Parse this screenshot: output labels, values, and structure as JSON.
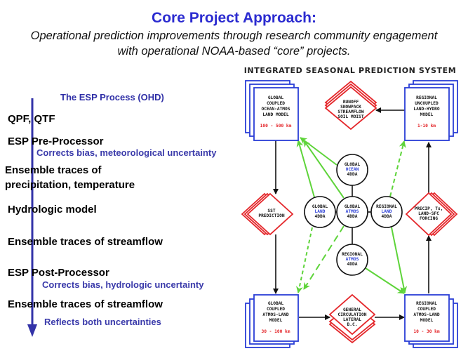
{
  "header": {
    "title": "Core Project Approach:",
    "subtitle_line1": "Operational prediction improvements through research community engagement",
    "subtitle_line2": "with operational NOAA-based “core” projects."
  },
  "esp_process": {
    "title": "The ESP Process (OHD)",
    "steps": [
      {
        "label": "QPF, QTF"
      },
      {
        "label": "ESP Pre-Processor",
        "note": "Corrects bias, meteorological uncertainty"
      },
      {
        "label": "Ensemble traces of",
        "label2": "precipitation, temperature"
      },
      {
        "label": "Hydrologic model"
      },
      {
        "label": "Ensemble traces of streamflow"
      },
      {
        "label": "ESP Post-Processor",
        "note": "Corrects bias, hydrologic uncertainty"
      },
      {
        "label": "Ensemble traces of streamflow",
        "note": "Reflects both uncertainties"
      }
    ]
  },
  "diagram": {
    "title": "INTEGRATED SEASONAL PREDICTION SYSTEM",
    "boxes": {
      "global_ocean_atmos": {
        "lines": [
          "GLOBAL",
          "COUPLED",
          "OCEAN-ATMOS",
          "LAND MODEL"
        ],
        "scale": "100 - 500 km"
      },
      "regional_uncoupled": {
        "lines": [
          "REGIONAL",
          "UNCOUPLED",
          "LAND-HYDRO",
          "MODEL"
        ],
        "scale": "1-10 km"
      },
      "global_atmos_land": {
        "lines": [
          "GLOBAL",
          "COUPLED",
          "ATMOS-LAND",
          "MODEL"
        ],
        "scale": "30 - 100 km"
      },
      "regional_coupled": {
        "lines": [
          "REGIONAL",
          "COUPLED",
          "ATMOS-LAND",
          "MODEL"
        ],
        "scale": "10 - 30 km"
      }
    },
    "diamonds": {
      "runoff": [
        "RUNOFF",
        "SNOWPACK",
        "STREAMFLOW",
        "SOIL MOIST"
      ],
      "sst": [
        "SST",
        "PREDICTION"
      ],
      "precip": [
        "PRECIP, Ts,",
        "LAND-SFC",
        "FORCING"
      ],
      "general": [
        "GENERAL",
        "CIRCULATION",
        "LATERAL",
        "B.C."
      ]
    },
    "circles": {
      "global_ocean": [
        "GLOBAL",
        "OCEAN",
        "4DDA"
      ],
      "global_land": [
        "GLOBAL",
        "LAND",
        "4DDA"
      ],
      "global_atmos": [
        "GLOBAL",
        "ATMOS",
        "4DDA"
      ],
      "regional_land": [
        "REGIONAL",
        "LAND",
        "4DDA"
      ],
      "regional_atmos": [
        "REGIONAL",
        "ATMOS",
        "4DDA"
      ]
    },
    "colors": {
      "box_border": "#2a3ed6",
      "diamond": "#e4262a",
      "green_arrow": "#5ed43a",
      "black": "#111111",
      "process_arrow": "#3333a8"
    }
  }
}
